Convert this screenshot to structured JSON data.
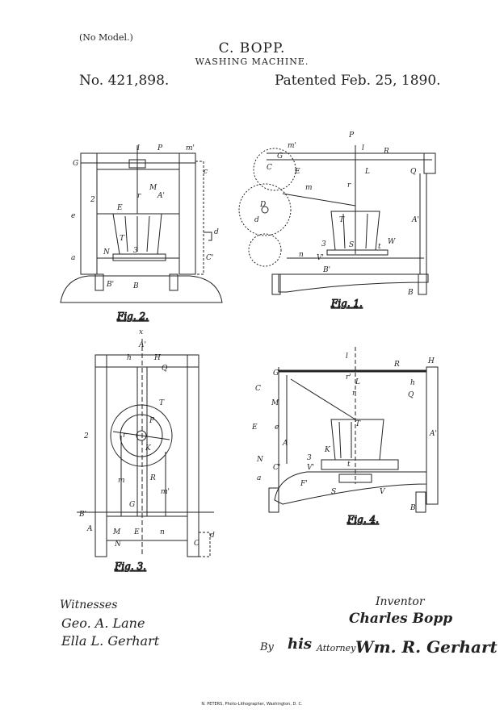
{
  "header": {
    "no_model": "(No Model.)",
    "inventor_name": "C. BOPP.",
    "title": "WASHING MACHINE.",
    "patent_number": "No. 421,898.",
    "patent_date": "Patented Feb. 25, 1890."
  },
  "figures": [
    {
      "label": "Fig. 2.",
      "parts": [
        "G",
        "l",
        "P",
        "m'",
        "M",
        "A'",
        "r",
        "E",
        "T",
        "3",
        "N",
        "a",
        "B'",
        "B",
        "c",
        "C'",
        "d",
        "2",
        "e"
      ]
    },
    {
      "label": "Fig. 1.",
      "parts": [
        "P",
        "m'",
        "l",
        "R",
        "G",
        "E",
        "C",
        "L",
        "Q",
        "r",
        "m",
        "D",
        "d",
        "T",
        "A'",
        "3",
        "S",
        "t",
        "W",
        "n",
        "V'",
        "B'",
        "B"
      ]
    },
    {
      "label": "Fig. 3.",
      "parts": [
        "x",
        "A'",
        "h",
        "H",
        "Q",
        "T",
        "P",
        "r",
        "K",
        "2",
        "R",
        "m",
        "m'",
        "G",
        "B'",
        "A",
        "M",
        "E",
        "n",
        "N",
        "C",
        "d"
      ]
    },
    {
      "label": "Fig. 4.",
      "parts": [
        "l",
        "R",
        "H",
        "G",
        "r'",
        "L",
        "h",
        "C",
        "M",
        "Q",
        "r",
        "T",
        "E",
        "e",
        "A",
        "A'",
        "K",
        "3",
        "V'",
        "t",
        "N",
        "C'",
        "a",
        "F'",
        "S",
        "V",
        "B"
      ]
    }
  ],
  "signatures": {
    "witnesses_label": "Witnesses",
    "witness_1": "Geo. A. Lane",
    "witness_2": "Ella L. Gerhart",
    "inventor_label": "Inventor",
    "inventor_signature": "Charles Bopp",
    "by": "By",
    "his": "his",
    "attorney_label": "Attorney",
    "attorney_signature": "Wm. R. Gerhart"
  },
  "footer": {
    "lithographer": "N. PETERS, Photo-Lithographer, Washington, D. C."
  }
}
